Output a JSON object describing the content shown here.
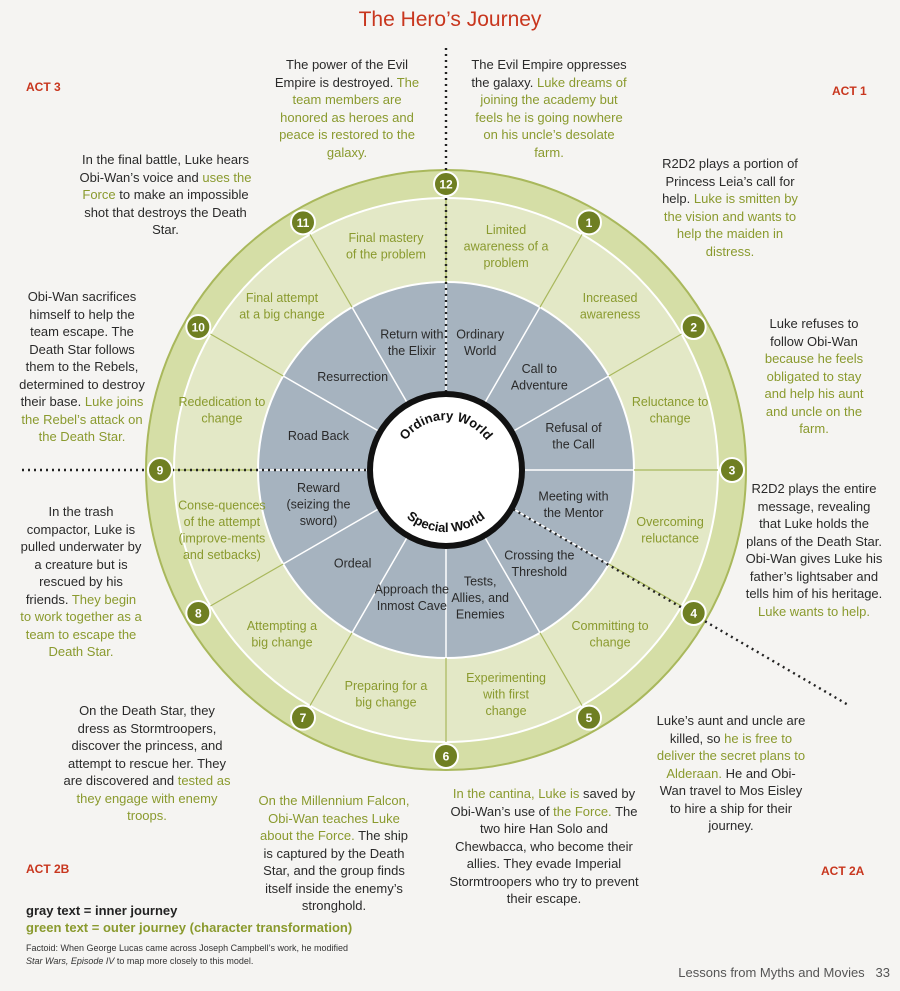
{
  "title": "The Hero’s Journey",
  "acts": {
    "act1": "ACT 1",
    "act2a": "ACT 2A",
    "act2b": "ACT 2B",
    "act3": "ACT 3"
  },
  "center": {
    "top": "Ordinary World",
    "bottom": "Special World"
  },
  "steps": [
    {
      "num": "1",
      "outer": "Limited awareness of a problem",
      "inner": "Ordinary World"
    },
    {
      "num": "2",
      "outer": "Increased awareness",
      "inner": "Call to Adventure"
    },
    {
      "num": "3",
      "outer": "Reluctance to change",
      "inner": "Refusal of the Call"
    },
    {
      "num": "4",
      "outer": "Overcoming reluctance",
      "inner": "Meeting with the Mentor"
    },
    {
      "num": "5",
      "outer": "Committing to change",
      "inner": "Crossing the Threshold"
    },
    {
      "num": "6",
      "outer": "Experimenting with first change",
      "inner": "Tests, Allies, and Enemies"
    },
    {
      "num": "7",
      "outer": "Preparing for a big change",
      "inner": "Approach the Inmost Cave"
    },
    {
      "num": "8",
      "outer": "Attempting a big change",
      "inner": "Ordeal"
    },
    {
      "num": "9",
      "outer": "Conse-quences of the attempt (improve-ments and setbacks)",
      "inner": "Reward (seizing the sword)"
    },
    {
      "num": "10",
      "outer": "Rededication to change",
      "inner": "Road Back"
    },
    {
      "num": "11",
      "outer": "Final attempt at a big change",
      "inner": "Resurrection"
    },
    {
      "num": "12",
      "outer": "Final mastery of the problem",
      "inner": "Return with the Elixir"
    }
  ],
  "annotations": {
    "a1": {
      "gray": "The Evil Empire oppresses the galaxy.",
      "green": "Luke dreams of joining the academy but feels he is going nowhere on his uncle’s desolate farm."
    },
    "a2": {
      "gray": "R2D2 plays a portion of Princess Leia’s call for help.",
      "green": "Luke is smitten by the vision and wants to help the maiden in distress."
    },
    "a3": {
      "gray": "Luke refuses to follow Obi-Wan",
      "green": "because he feels obligated to stay and help his aunt and uncle on the farm."
    },
    "a4": {
      "gray": "R2D2 plays the entire message, revealing that Luke holds the plans of the Death Star. Obi-Wan gives Luke his father’s lightsaber and tells him of his heritage.",
      "green": "Luke wants to help."
    },
    "a5": {
      "gray": "Luke’s aunt and uncle are killed, so",
      "green": "he is free to deliver the secret plans to Alderaan.",
      "gray2": "He and Obi-Wan travel to Mos Eisley to hire a ship for their journey."
    },
    "a6": {
      "green": "In the cantina, Luke is",
      "gray": "saved by Obi-Wan’s use of",
      "green2": "the Force.",
      "gray2": "The two hire Han Solo and Chewbacca, who become their allies. They evade Imperial Stormtroopers who try to prevent their escape."
    },
    "a7": {
      "green": "On the Millennium Falcon, Obi-Wan teaches Luke about the Force.",
      "gray": "The ship is captured by the Death Star, and the group finds itself inside the enemy’s stronghold."
    },
    "a8": {
      "gray": "On the Death Star, they dress as Stormtroopers, discover the princess, and attempt to rescue her. They are discovered and",
      "green": "tested as they engage with enemy troops."
    },
    "a9": {
      "gray": "In the trash compactor, Luke is pulled underwater by a creature but is rescued by his friends.",
      "green": "They begin to work together as a team to escape the Death Star."
    },
    "a10": {
      "gray": "Obi-Wan sacrifices himself to help the team escape. The Death Star follows them to the Rebels, determined to destroy their base.",
      "green": "Luke joins the Rebel’s attack on the Death Star."
    },
    "a11": {
      "gray": "In the final battle, Luke hears Obi-Wan’s voice and",
      "green": "uses the Force",
      "gray2": "to make an impossible shot that destroys the Death Star."
    },
    "a12": {
      "gray": "The power of the Evil Empire is destroyed.",
      "green": "The team members are honored as heroes and peace is restored to the galaxy."
    }
  },
  "legend": {
    "gray": "gray text = inner journey",
    "green": "green text = outer journey (character transformation)"
  },
  "factoid": {
    "pre": "Factoid: When George Lucas came across Joseph Campbell’s work, he modified ",
    "em": "Star Wars, Episode IV",
    "post": " to map more closely to this model."
  },
  "footer": {
    "text": "Lessons from Myths and Movies",
    "page": "33"
  },
  "colors": {
    "outer_ring": "#d5dea6",
    "outer_ring_edge": "#a9b85c",
    "outer_segment": "#e3e8c6",
    "inner_segment": "#a6b3bf",
    "badge": "#6f7f22",
    "title": "#c8361e",
    "green_text": "#8a9a2e"
  }
}
